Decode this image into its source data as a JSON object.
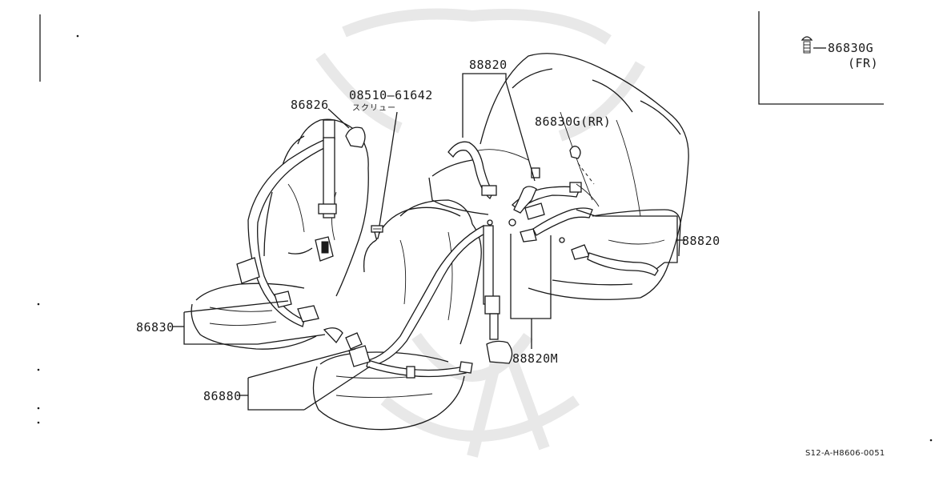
{
  "parts": {
    "p86826": "86826",
    "p08510": "08510–61642",
    "screw_note": "スクリュー",
    "p88820_top": "88820",
    "p86830g_rr": "86830G(RR)",
    "p86830g_fr": "86830G",
    "fr_note": "(FR)",
    "p88820_right": "88820",
    "p86830": "86830",
    "p88820m": "88820M",
    "p86880": "86880"
  },
  "footer": {
    "code": "S12-A-H8606-0051"
  }
}
